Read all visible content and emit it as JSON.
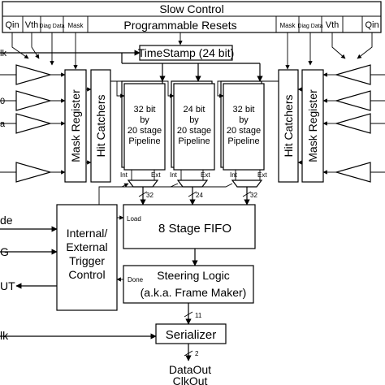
{
  "slow_control": {
    "title": "Slow Control",
    "resets": "Programmable Resets",
    "left_fields": [
      "Qin",
      "Vth",
      "Diag Data",
      "Mask"
    ],
    "right_fields": [
      "Mask",
      "Diag Data",
      "Vth",
      "Qin"
    ]
  },
  "timestamp": "TimeStamp (24 bit)",
  "left_inputs": [
    "lk",
    "0",
    "a",
    "de",
    "G",
    "UT",
    "lk"
  ],
  "mask_register": "Mask Register",
  "hit_catchers": "Hit Catchers",
  "pipelines": [
    [
      "32 bit",
      "by",
      "20 stage",
      "Pipeline"
    ],
    [
      "24 bit",
      "by",
      "20 stage",
      "Pipeline"
    ],
    [
      "32 bit",
      "by",
      "20 stage",
      "Pipeline"
    ]
  ],
  "mux": {
    "int": "Int",
    "ext": "Ext",
    "widths": [
      "32",
      "24",
      "32"
    ]
  },
  "trigger": [
    "Internal/",
    "External",
    "Trigger",
    "Control"
  ],
  "fifo": {
    "label": "8 Stage FIFO",
    "load": "Load"
  },
  "steering": {
    "line1": "Steering Logic",
    "line2": "(a.k.a. Frame Maker)",
    "done": "Done"
  },
  "bus_widths": {
    "to_serializer": "11",
    "out": "2"
  },
  "serializer": "Serializer",
  "outputs": [
    "DataOut",
    "ClkOut"
  ]
}
